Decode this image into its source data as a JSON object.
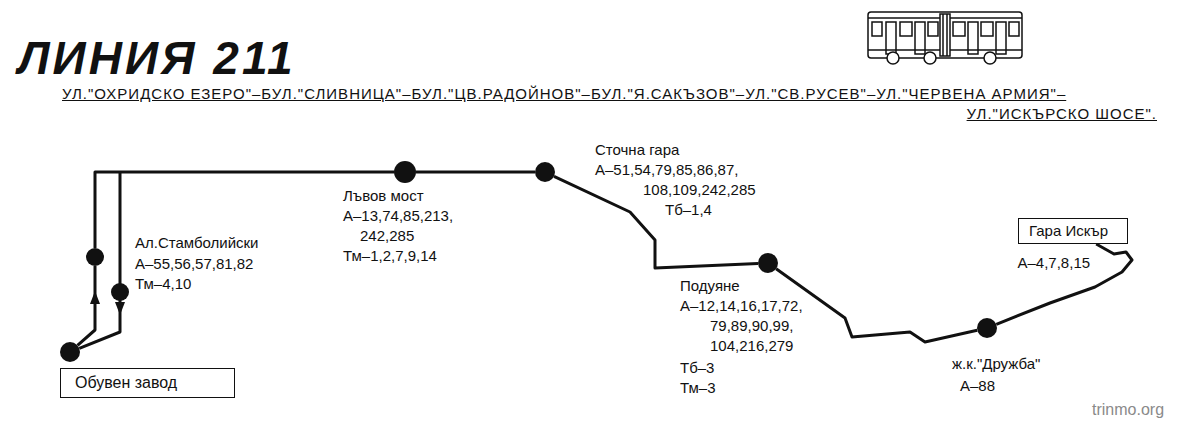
{
  "diagram": {
    "title": "ЛИНИЯ 211",
    "nodes": [
      {
        "text": [
          "Обувен завод"
        ]
      },
      {
        "text": [
          "Ал.Стамболийски",
          "А–55,56,57,81,82",
          "Тм–4,10"
        ]
      },
      {
        "text": [
          "Лъвов мост",
          "А–13,74,85,213, 242,285",
          "Тм–1,2,7,9,14"
        ]
      },
      {
        "text": [
          "Сточна гара",
          "А–51,54,79,85,86,87, 108,109,242,285",
          "Тб–1,4"
        ]
      },
      {
        "text": [
          "Подуяне",
          "А–12,14,16,17,72, 79,89,90,99, 104,216,279",
          "Тб–3",
          "Тм–3"
        ]
      },
      {
        "text": [
          "ж.к.\"Дружба\"",
          "А–88"
        ]
      },
      {
        "text": [
          "Гара Искър",
          "А–4,7,8,15"
        ]
      }
    ],
    "edges": [
      {
        "from": 0,
        "to": 1,
        "arrow": "both"
      },
      {
        "from": 1,
        "to": 2,
        "arrow": "none"
      },
      {
        "from": 2,
        "to": 3,
        "arrow": "none"
      },
      {
        "from": 3,
        "to": 4,
        "arrow": "none"
      },
      {
        "from": 4,
        "to": 5,
        "arrow": "none"
      },
      {
        "from": 5,
        "to": 6,
        "arrow": "none"
      }
    ],
    "labels": [
      "УЛ.\"ОХРИДСКО ЕЗЕРО\"–БУЛ.\"СЛИВНИЦА\"–БУЛ.\"ЦВ.РАДОЙНОВ\"–БУЛ.\"Я.САКЪЗОВ\"–УЛ.\"СВ.РУСЕВ\"–УЛ.\"ЧЕРВЕНА АРМИЯ\"–УЛ.\"ИСКЪРСКО ШОСЕ\".",
      "trinmo.org"
    ]
  }
}
